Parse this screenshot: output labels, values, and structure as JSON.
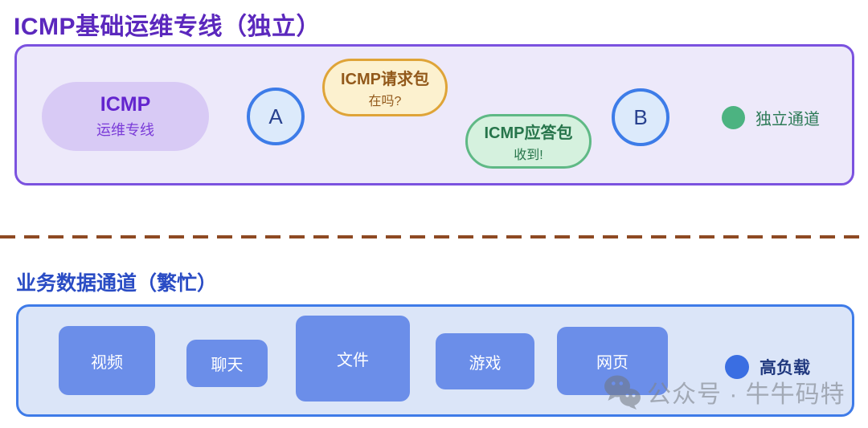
{
  "icmp_section": {
    "title": "ICMP基础运维专线（独立）",
    "line_node": {
      "title": "ICMP",
      "subtitle": "运维专线"
    },
    "host_a_label": "A",
    "host_b_label": "B",
    "request_bubble": {
      "title": "ICMP请求包",
      "subtitle": "在吗?"
    },
    "reply_bubble": {
      "title": "ICMP应答包",
      "subtitle": "收到!"
    },
    "legend_label": "独立通道"
  },
  "business_section": {
    "title": "业务数据通道（繁忙）",
    "boxes": [
      "视频",
      "聊天",
      "文件",
      "游戏",
      "网页"
    ],
    "legend_label": "高负载"
  },
  "watermark": {
    "text": "公众号 · 牛牛码特"
  },
  "colors": {
    "section1_title": "#5b28bd",
    "panel1_border": "#7b52df",
    "panel1_fill": "#ede9fa",
    "pill_fill": "#d8caf5",
    "node_border": "#3d7ce8",
    "node_fill": "#dceafb",
    "request_border": "#dfa438",
    "request_fill": "#fcf1cf",
    "request_text": "#92591b",
    "reply_border": "#5fb985",
    "reply_fill": "#d5f1de",
    "reply_text": "#27754b",
    "idle_dot": "#4cb381",
    "divider": "#8e4a23",
    "section2_title": "#2a4cc4",
    "panel2_border": "#3e7be8",
    "panel2_fill": "#dbe5f8",
    "traffic_box": "#6b8ee9",
    "load_dot": "#3a6ee2",
    "load_text": "#21397f"
  }
}
